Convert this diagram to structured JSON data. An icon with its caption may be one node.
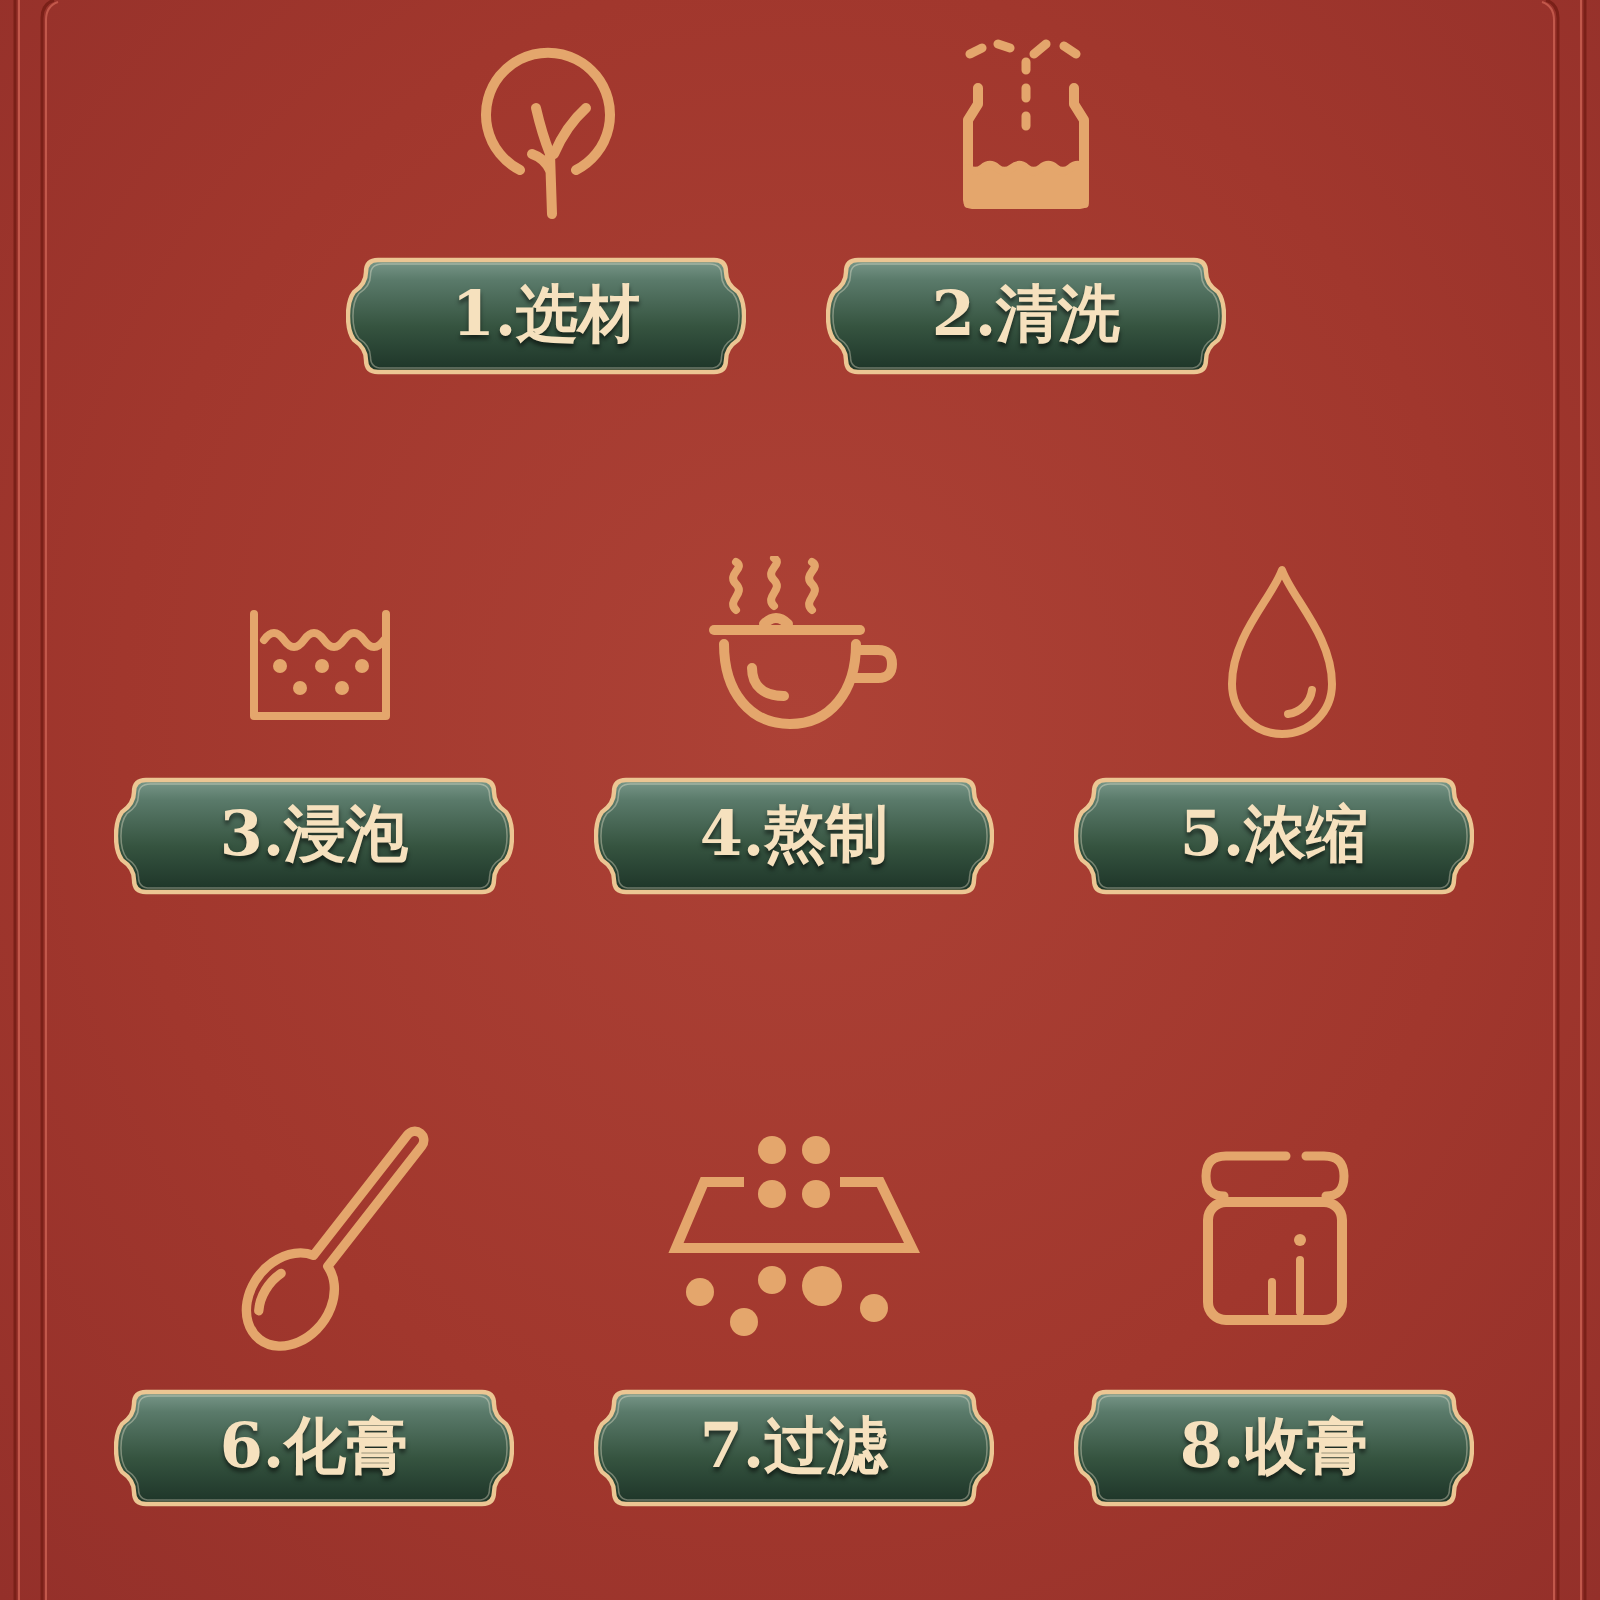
{
  "diagram": {
    "nodes": [
      {
        "text": [
          "1.选材"
        ]
      },
      {
        "text": [
          "2.清洗"
        ]
      },
      {
        "text": [
          "3.浸泡"
        ]
      },
      {
        "text": [
          "4.熬制"
        ]
      },
      {
        "text": [
          "5.浓缩"
        ]
      },
      {
        "text": [
          "6.化膏"
        ]
      },
      {
        "text": [
          "7.过滤"
        ]
      },
      {
        "text": [
          "8.收膏"
        ]
      }
    ]
  }
}
